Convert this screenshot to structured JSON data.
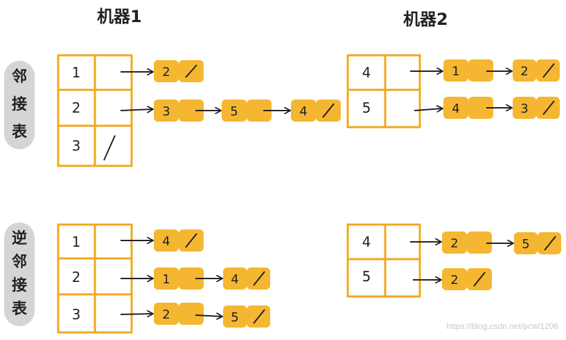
{
  "machine1_title": "机器1",
  "machine2_title": "机器2",
  "adj_label": [
    "邻",
    "接",
    "表"
  ],
  "inv_label": [
    "逆",
    "邻",
    "接",
    "表"
  ],
  "adjacency": {
    "machine1": [
      {
        "vertex": "1",
        "list": [
          "2"
        ]
      },
      {
        "vertex": "2",
        "list": [
          "3",
          "5",
          "4"
        ]
      },
      {
        "vertex": "3",
        "list": []
      }
    ],
    "machine2": [
      {
        "vertex": "4",
        "list": [
          "1",
          "2"
        ]
      },
      {
        "vertex": "5",
        "list": [
          "4",
          "3"
        ]
      }
    ]
  },
  "inverse": {
    "machine1": [
      {
        "vertex": "1",
        "list": [
          "4"
        ]
      },
      {
        "vertex": "2",
        "list": [
          "1",
          "4"
        ]
      },
      {
        "vertex": "3",
        "list": [
          "2",
          "5"
        ]
      }
    ],
    "machine2": [
      {
        "vertex": "4",
        "list": [
          "2",
          "5"
        ]
      },
      {
        "vertex": "5",
        "list": [
          "2"
        ]
      }
    ]
  },
  "watermark": "https://blog.csdn.net/pcwl1206",
  "colors": {
    "node": "#F5B731",
    "grid": "#F2A71B",
    "pill": "#D5D5D5",
    "ink": "#222222"
  }
}
